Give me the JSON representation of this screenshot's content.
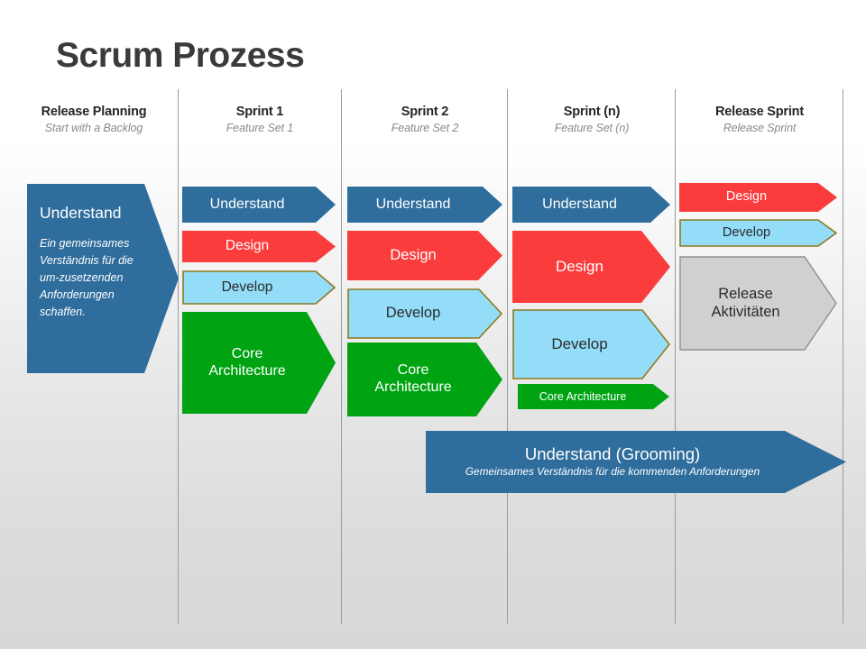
{
  "slide": {
    "title": "Scrum Prozess",
    "background_top": "#ffffff",
    "background_bottom": "#d8d8d8"
  },
  "palette": {
    "blue": "#2E6D9C",
    "red": "#FA3C3C",
    "lightblue": "#93DDF8",
    "lightblue_border": "#8C7A21",
    "green": "#00A413",
    "gray": "#D0D0D0",
    "gray_border": "#8F8F8F",
    "divider": "#9C9C9C",
    "header_title": "#262626",
    "header_sub": "#8A8A8A",
    "title_color": "#3A3A3A"
  },
  "columns": [
    {
      "title": "Release Planning",
      "subtitle": "Start with  a Backlog"
    },
    {
      "title": "Sprint 1",
      "subtitle": "Feature Set 1"
    },
    {
      "title": "Sprint 2",
      "subtitle": "Feature Set 2"
    },
    {
      "title": "Sprint (n)",
      "subtitle": "Feature Set (n)"
    },
    {
      "title": "Release Sprint",
      "subtitle": "Release Sprint"
    }
  ],
  "release_planning": {
    "understand": {
      "label": "Understand",
      "body": "Ein gemeinsames Verständnis für die um-zusetzenden Anforderungen schaffen.",
      "color": "#2E6D9C",
      "text_color": "#ffffff"
    }
  },
  "sprint1": {
    "understand": {
      "label": "Understand",
      "color": "#2E6D9C",
      "text_color": "#ffffff"
    },
    "design": {
      "label": "Design",
      "color": "#FA3C3C",
      "text_color": "#ffffff"
    },
    "develop": {
      "label": "Develop",
      "color": "#93DDF8",
      "text_color": "#2b2b2b"
    },
    "core_architecture": {
      "label": "Core Architecture",
      "color": "#00A413",
      "text_color": "#ffffff"
    }
  },
  "sprint2": {
    "understand": {
      "label": "Understand",
      "color": "#2E6D9C",
      "text_color": "#ffffff"
    },
    "design": {
      "label": "Design",
      "color": "#FA3C3C",
      "text_color": "#ffffff"
    },
    "develop": {
      "label": "Develop",
      "color": "#93DDF8",
      "text_color": "#2b2b2b"
    },
    "core_architecture": {
      "label": "Core Architecture",
      "color": "#00A413",
      "text_color": "#ffffff"
    }
  },
  "sprintn": {
    "understand": {
      "label": "Understand",
      "color": "#2E6D9C",
      "text_color": "#ffffff"
    },
    "design": {
      "label": "Design",
      "color": "#FA3C3C",
      "text_color": "#ffffff"
    },
    "develop": {
      "label": "Develop",
      "color": "#93DDF8",
      "text_color": "#2b2b2b"
    },
    "core_architecture": {
      "label": "Core Architecture",
      "color": "#00A413",
      "text_color": "#ffffff"
    }
  },
  "release_sprint": {
    "design": {
      "label": "Design",
      "color": "#FA3C3C",
      "text_color": "#ffffff"
    },
    "develop": {
      "label": "Develop",
      "color": "#93DDF8",
      "text_color": "#2b2b2b"
    },
    "release_activities": {
      "label": "Release Aktivitäten",
      "color": "#D0D0D0",
      "text_color": "#2b2b2b"
    }
  },
  "grooming": {
    "label": "Understand (Grooming)",
    "subtitle": "Gemeinsames Verständnis für die kommenden Anforderungen",
    "color": "#2E6D9C",
    "text_color": "#ffffff"
  }
}
